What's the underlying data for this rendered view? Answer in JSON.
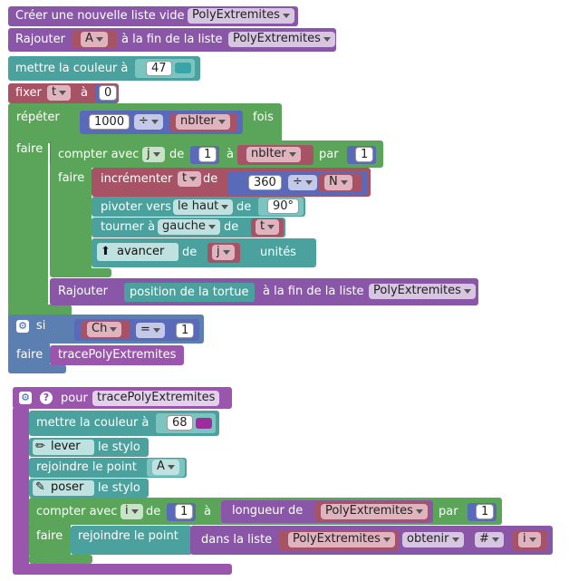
{
  "colors": {
    "list": "#8a57a8",
    "list_light": "#b38dc6",
    "pen": "#4ba19d",
    "pen_light": "#7cc4c0",
    "variable": "#a85265",
    "variable_light": "#cb8a98",
    "loop": "#5ba55a",
    "logic": "#5a7fb0",
    "math": "#5a6aba",
    "math_light": "#8b95d0",
    "proc": "#9a56ad",
    "swatch_teal": "#3aa5a8",
    "swatch_purple": "#9b2e9b"
  },
  "b1": {
    "text": "Créer une nouvelle liste vide",
    "var": "PolyExtremites"
  },
  "b2": {
    "text1": "Rajouter",
    "item": "A",
    "text2": "à la fin de la liste",
    "list": "PolyExtremites"
  },
  "b3": {
    "text": "mettre la couleur à",
    "value": "47"
  },
  "b4": {
    "text1": "fixer",
    "var": "t",
    "text2": "à",
    "value": "0"
  },
  "b5": {
    "repeat": "répéter",
    "value": "1000",
    "op": "÷",
    "var": "nbIter",
    "fois": "fois",
    "faire": "faire",
    "for": {
      "text1": "compter avec",
      "var": "j",
      "de": "de",
      "from": "1",
      "a": "à",
      "to": "nbIter",
      "par": "par",
      "step": "1",
      "faire": "faire"
    },
    "inc": {
      "text1": "incrémenter",
      "var": "t",
      "de": "de",
      "value": "360",
      "op": "÷",
      "var2": "N"
    },
    "pitch": {
      "text1": "pivoter vers",
      "dir": "le haut",
      "de": "de",
      "value": "90°"
    },
    "turn": {
      "text1": "tourner à",
      "dir": "gauche",
      "de": "de",
      "var": "t"
    },
    "move": {
      "arrow": "⬆",
      "text1": "avancer",
      "de": "de",
      "var": "j",
      "unit": "unités"
    },
    "add": {
      "text1": "Rajouter",
      "item": "position de la tortue",
      "text2": "à la fin de la liste",
      "list": "PolyExtremites"
    }
  },
  "b6": {
    "si": "si",
    "var": "Ch",
    "op": "=",
    "value": "1",
    "faire": "faire",
    "call": "tracePolyExtremites"
  },
  "proc": {
    "pour": "pour",
    "name": "tracePolyExtremites",
    "c1": {
      "text": "mettre la couleur à",
      "value": "68"
    },
    "c2": {
      "icon": "✏",
      "dir": "lever",
      "text": "le stylo"
    },
    "c3": {
      "text": "rejoindre le point",
      "var": "A"
    },
    "c4": {
      "icon": "✎",
      "dir": "poser",
      "text": "le stylo"
    },
    "c5": {
      "text1": "compter avec",
      "var": "i",
      "de": "de",
      "from": "1",
      "a": "à",
      "len": "longueur de",
      "list": "PolyExtremites",
      "par": "par",
      "step": "1",
      "faire": "faire"
    },
    "c6": {
      "text1": "rejoindre le point",
      "text2": "dans la liste",
      "list": "PolyExtremites",
      "op": "obtenir",
      "idx": "#",
      "var": "i"
    }
  }
}
